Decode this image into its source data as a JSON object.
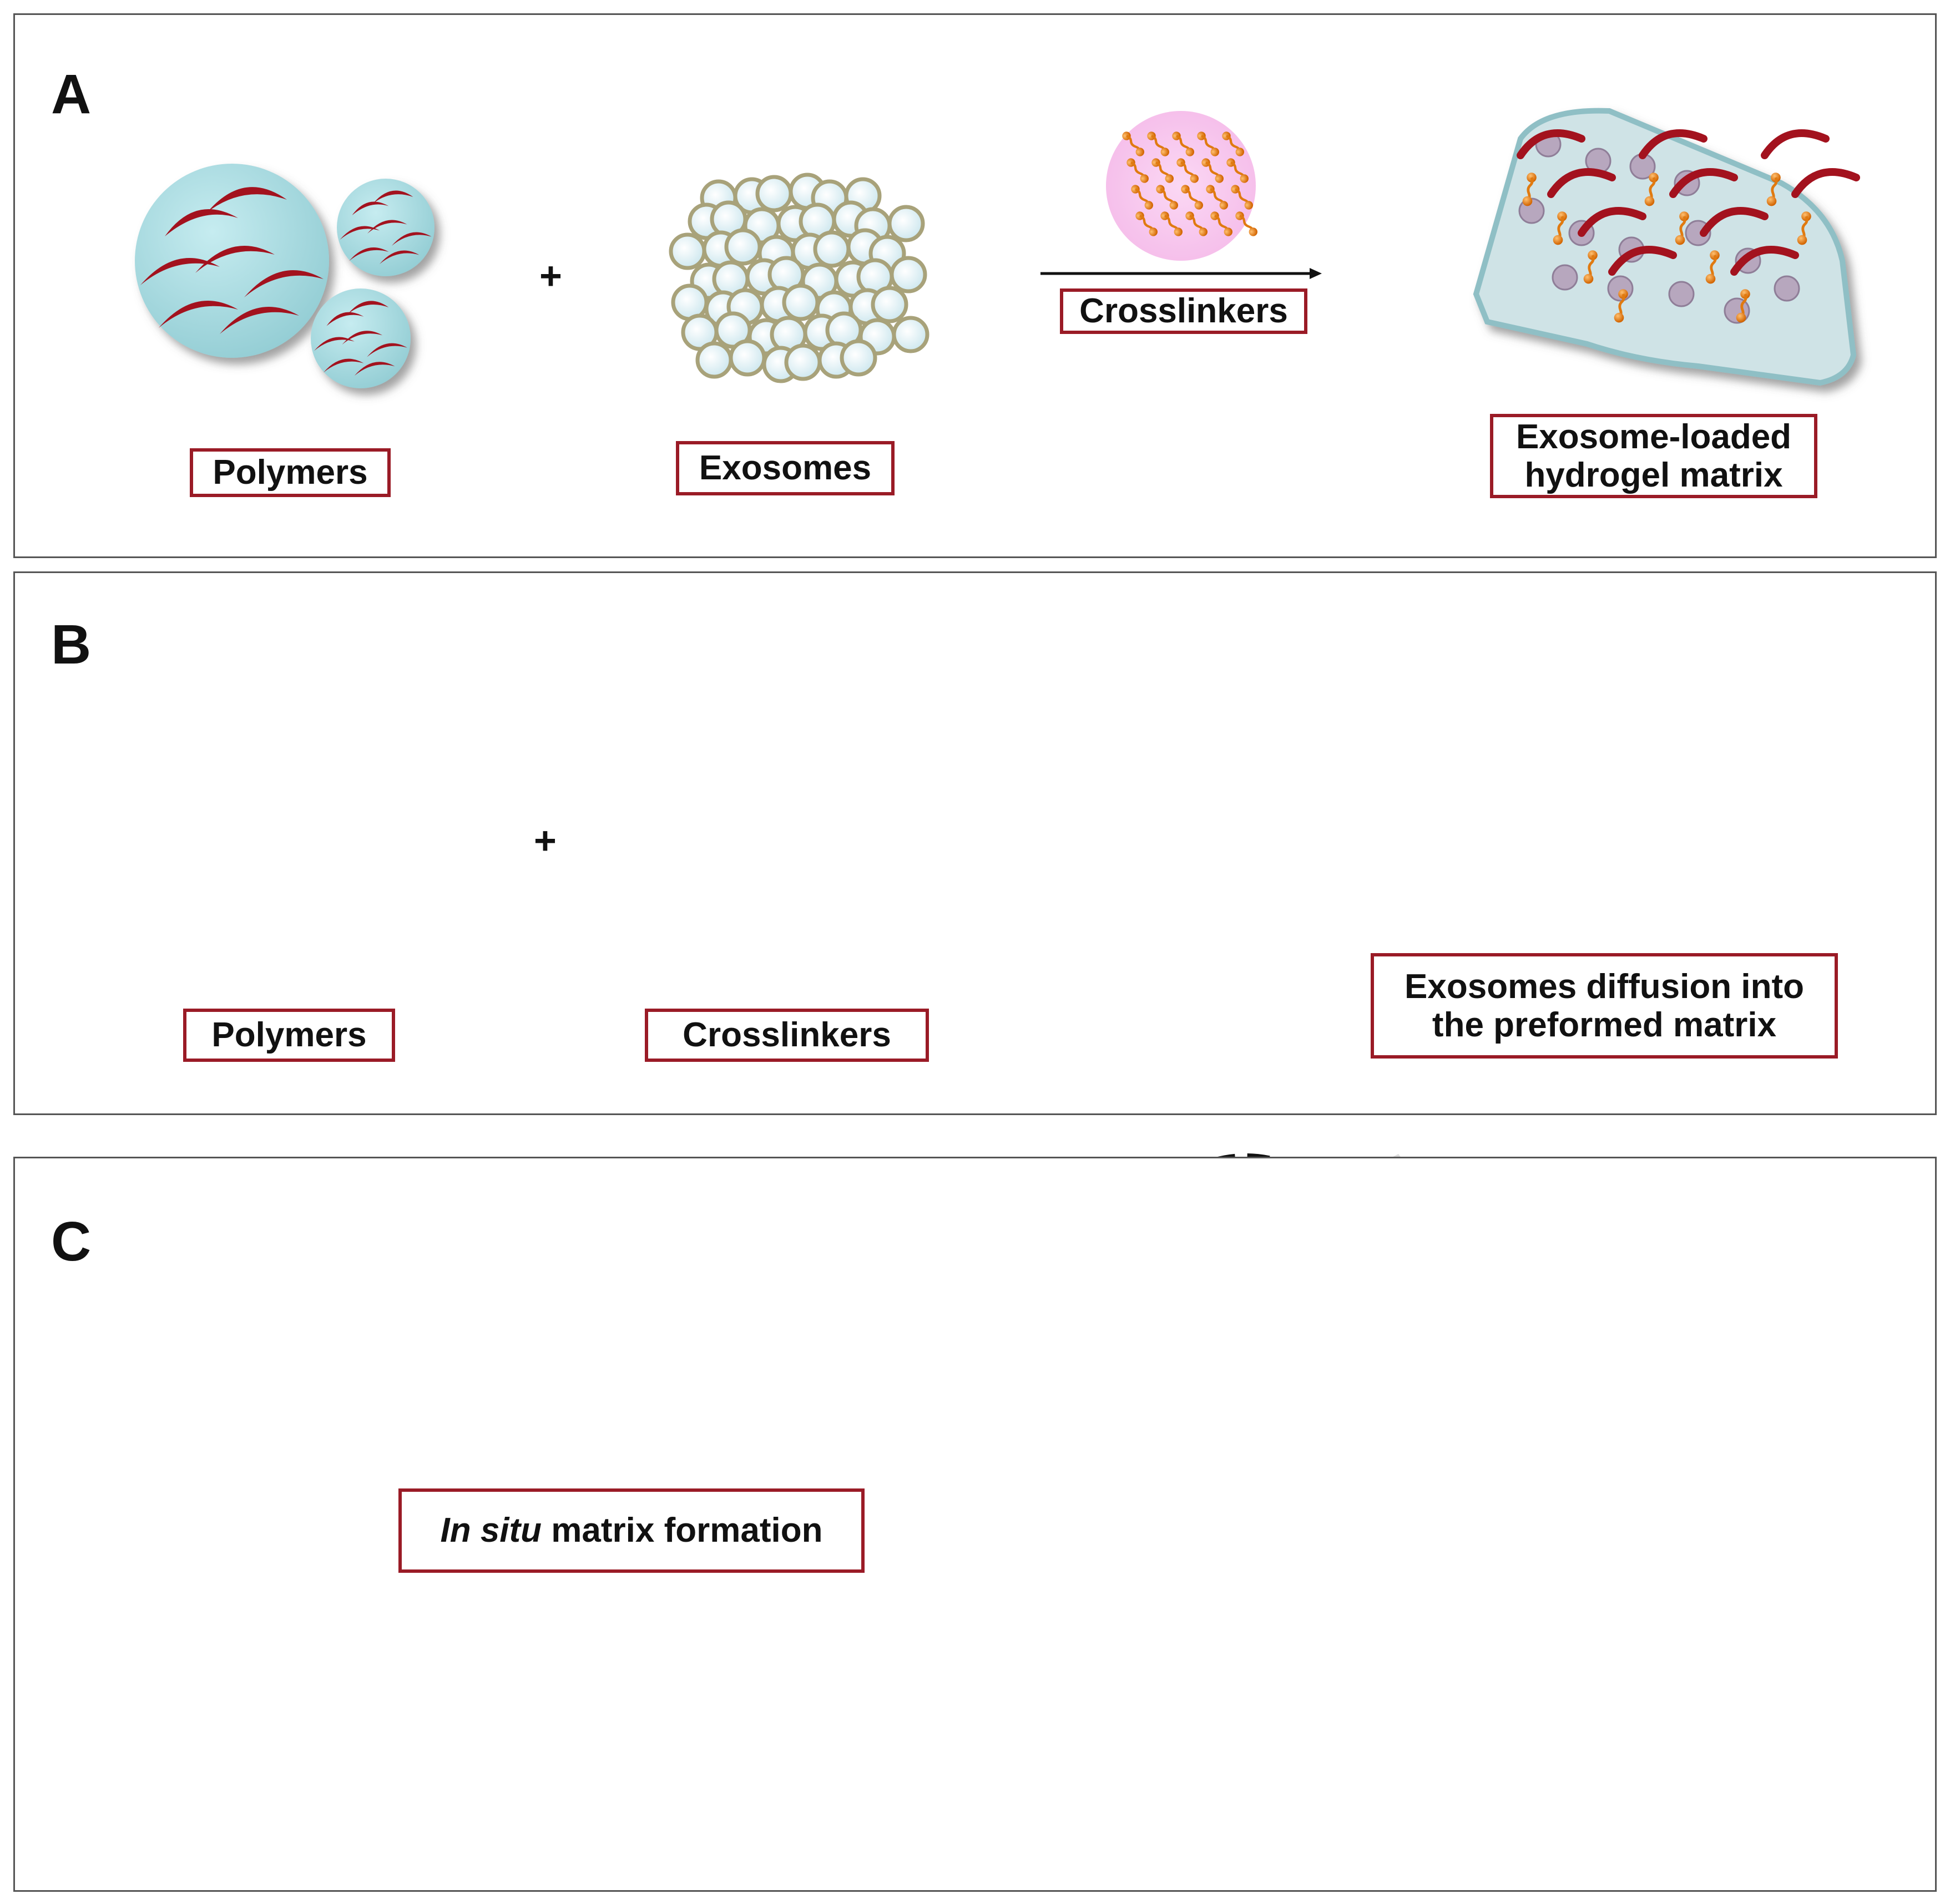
{
  "panels": {
    "a": {
      "letter": "A",
      "plus": "+",
      "labels": {
        "polymers": "Polymers",
        "exosomes": "Exosomes",
        "crosslinkers": "Crosslinkers",
        "result_line1": "Exosome-loaded",
        "result_line2": "hydrogel matrix"
      }
    },
    "b": {
      "letter": "B",
      "plus": "+",
      "labels": {
        "polymers": "Polymers",
        "crosslinkers": "Crosslinkers",
        "result_line1": "Exosomes diffusion into",
        "result_line2": "the preformed matrix"
      }
    },
    "c": {
      "letter": "C",
      "labels": {
        "insitu_italic": "In situ",
        "insitu_rest": " matrix formation"
      }
    }
  },
  "colors": {
    "frame_red": "#9a1b26",
    "polymer_blue": "#a9dde3",
    "polymer_strand": "#a3121e",
    "crosslinker_pink": "#f7c6ef",
    "crosslinker_orange": "#e07a10",
    "exosome_fill": "#d9eef3",
    "exosome_rim": "#a8a27a"
  }
}
